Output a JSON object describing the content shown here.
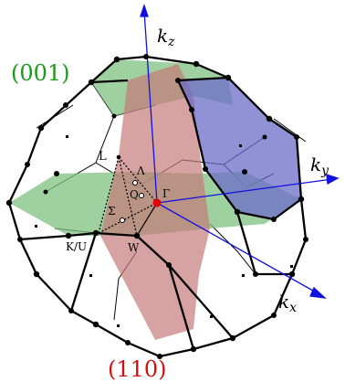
{
  "axes": {
    "kz": {
      "name": "k",
      "sub": "z"
    },
    "ky": {
      "name": "k",
      "sub": "y"
    },
    "kx": {
      "name": "k",
      "sub": "x"
    }
  },
  "planes": {
    "p001": {
      "label": "(001)",
      "color": "#1a9a1a",
      "fill": "#7fc07f"
    },
    "p110": {
      "label": "(110)",
      "color": "#d01010",
      "fill": "#c47a7a"
    },
    "blue": {
      "fill": "#6c6cc8"
    }
  },
  "points": {
    "L": "L",
    "Lambda": "Λ",
    "Q": "Q",
    "Sigma": "Σ",
    "Gamma": "Γ",
    "KU": "K/U",
    "W": "W"
  },
  "colors": {
    "axis": "#1010e0",
    "gamma_dot": "#e00000",
    "edge": "#000000"
  }
}
